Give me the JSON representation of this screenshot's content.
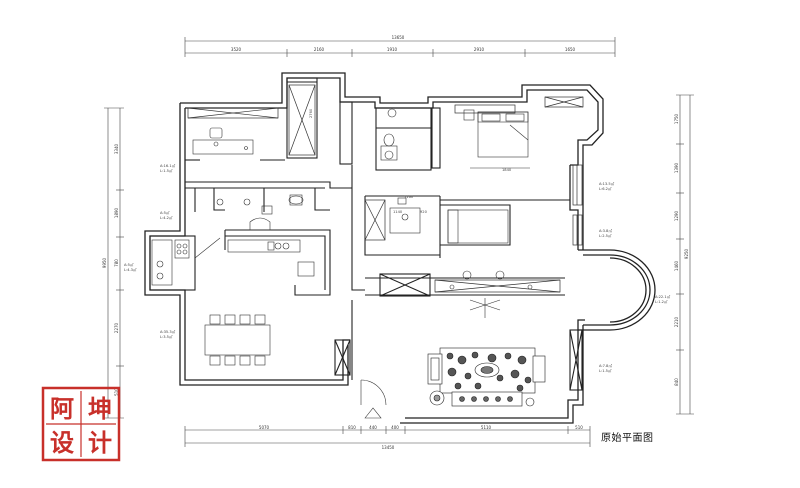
{
  "caption": "原始平面图",
  "seal": {
    "chars": [
      "阿",
      "坤",
      "设",
      "计"
    ],
    "color": "#c8302a"
  },
  "dimensions": {
    "top_total": "13650",
    "top_segments": [
      "3520",
      "2160",
      "1910",
      "2910",
      "1650"
    ],
    "bottom_total": "13450",
    "bottom_segments": [
      "5070",
      "810",
      "440",
      "400",
      "5110",
      "510"
    ],
    "left_total": "9950",
    "left_segments": [
      "3340",
      "1890",
      "780",
      "2270",
      "510"
    ],
    "right_total": "9250",
    "right_segments": [
      "1750",
      "1390",
      "1290",
      "1460",
      "2210",
      "840"
    ]
  },
  "room_labels": [
    [
      "A:16.1㎡",
      "L:1.5㎡"
    ],
    [
      "A:5㎡",
      "L:4.2㎡"
    ],
    [
      "A:5㎡",
      "L:4.3㎡"
    ],
    [
      "A:35.3㎡",
      "L:3.5㎡"
    ],
    [
      "A:13.5㎡",
      "L:6.2㎡"
    ],
    [
      "A:3.8㎡",
      "L:2.5㎡"
    ],
    [
      "A:22.1㎡",
      "L:1.2㎡"
    ],
    [
      "A:7.8㎡",
      "L:1.5㎡"
    ]
  ],
  "interior_dims": [
    "2760",
    "1840",
    "1160",
    "1140",
    "920"
  ]
}
